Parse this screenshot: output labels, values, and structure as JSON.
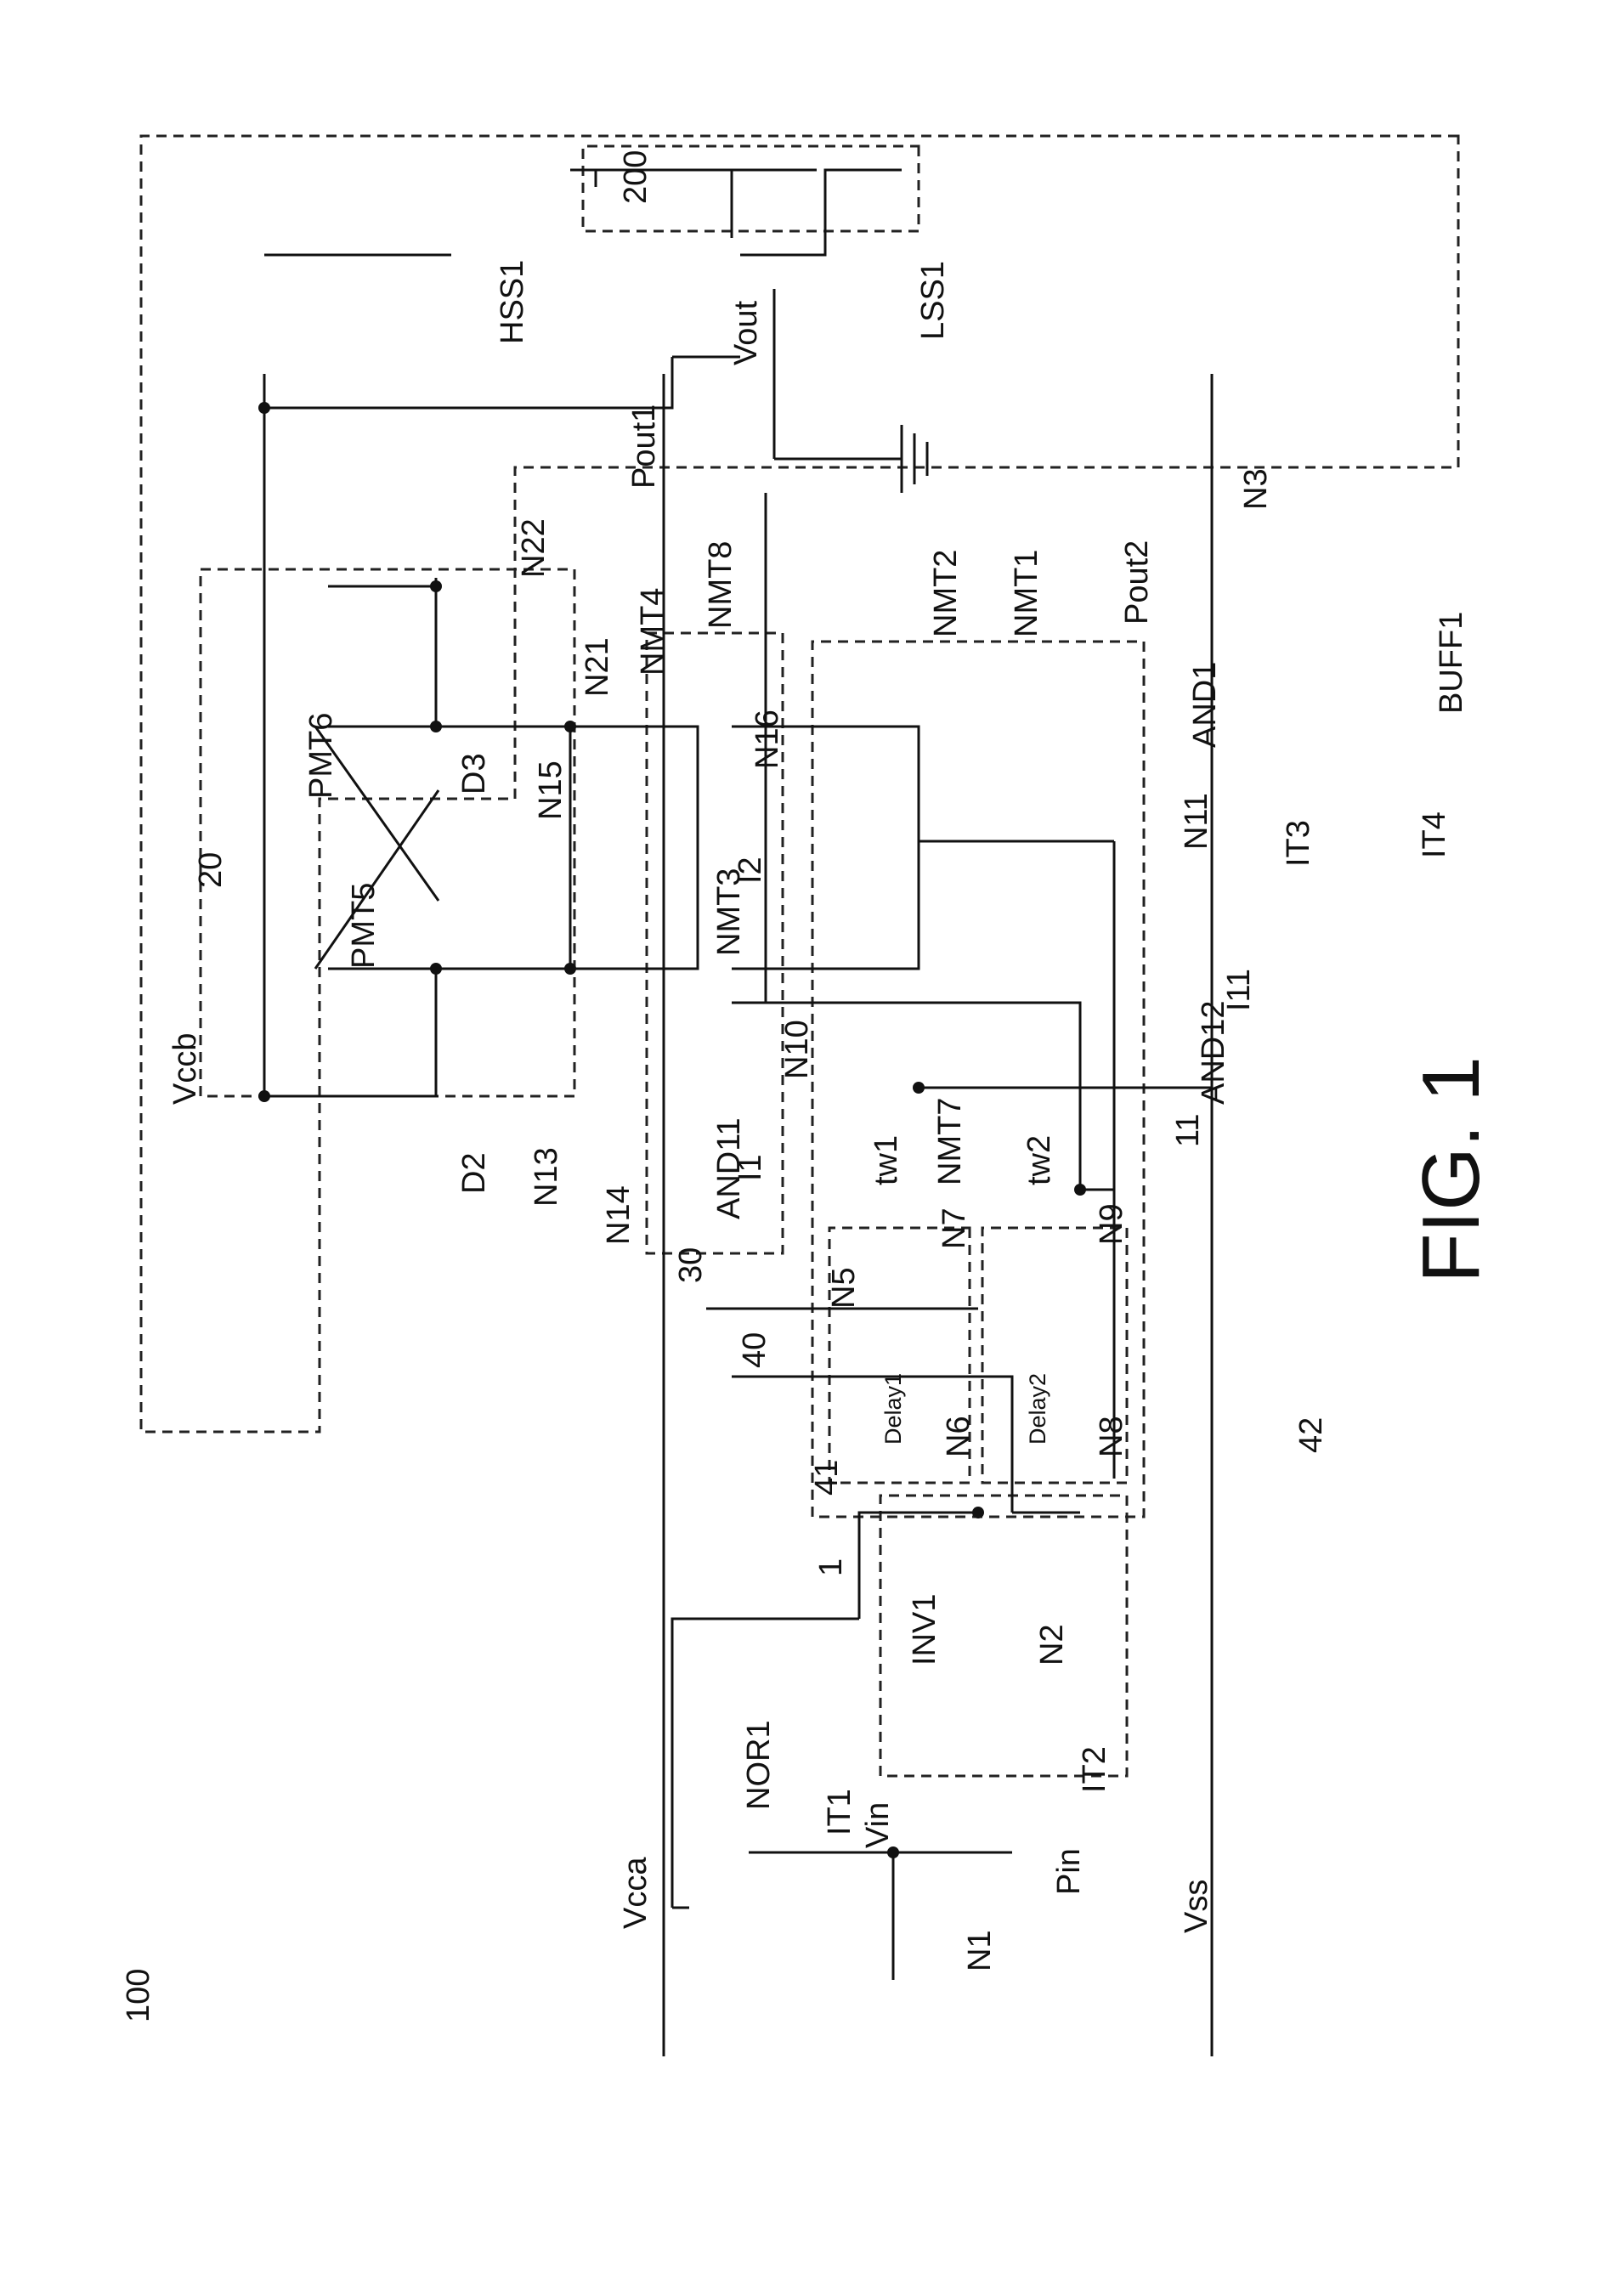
{
  "figure": {
    "caption": "FIG. 1",
    "reference_numerals": {
      "system": "100",
      "load": "200",
      "logic_block": "1",
      "level_shifter": "20",
      "input_stage": "30",
      "pulse_generator": "40",
      "pulse_unit_1": "41",
      "pulse_unit_2": "42",
      "current_source": "11"
    },
    "rails": {
      "vcca": "Vcca",
      "vccb": "Vccb",
      "vss": "Vss"
    },
    "pins": {
      "pin": "Pin",
      "pout1": "Pout1",
      "pout2": "Pout2"
    },
    "signals": {
      "vin": "Vin",
      "vout": "Vout",
      "tw1": "tw1",
      "tw2": "tw2"
    },
    "gates": {
      "nor1": "NOR1",
      "inv1": "INV1",
      "and1": "AND1",
      "and11": "AND11",
      "and12": "AND12",
      "buff1": "BUFF1",
      "delay1": "Delay1",
      "delay2": "Delay2"
    },
    "gate_inputs": {
      "it1": "IT1",
      "it2": "IT2",
      "it3": "IT3",
      "it4": "IT4"
    },
    "transistors": {
      "hss1": "HSS1",
      "lss1": "LSS1",
      "pmt5": "PMT5",
      "pmt6": "PMT6",
      "nmt1": "NMT1",
      "nmt2": "NMT2",
      "nmt3": "NMT3",
      "nmt4": "NMT4",
      "nmt7": "NMT7",
      "nmt8": "NMT8"
    },
    "diodes": {
      "d2": "D2",
      "d3": "D3"
    },
    "currents": {
      "i1": "I1",
      "i2": "I2",
      "i11": "I11"
    },
    "nodes": {
      "n1": "N1",
      "n2": "N2",
      "n3": "N3",
      "n5": "N5",
      "n6": "N6",
      "n7": "N7",
      "n8": "N8",
      "n9": "N9",
      "n10": "N10",
      "n11": "N11",
      "n13": "N13",
      "n14": "N14",
      "n15": "N15",
      "n16": "N16",
      "n21": "N21",
      "n22": "N22"
    }
  }
}
